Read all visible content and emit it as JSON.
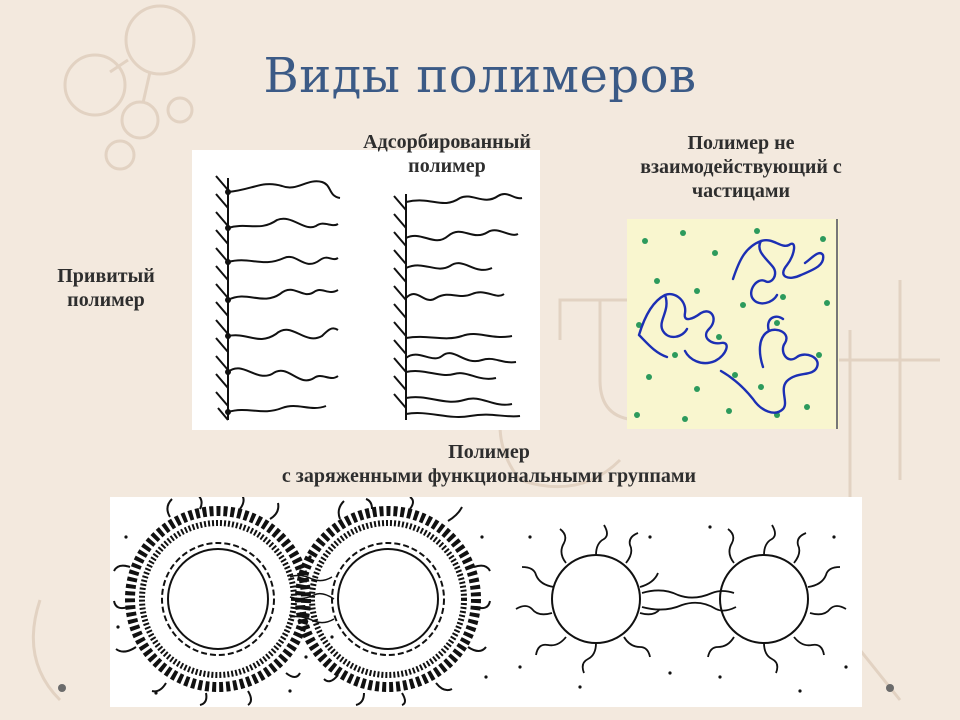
{
  "slide": {
    "title": "Виды полимеров",
    "labels": {
      "adsorbed_line1": "Адсорбированный",
      "adsorbed_line2": "полимер",
      "noninteracting_line1": "Полимер не",
      "noninteracting_line2": "взаимодействующий с",
      "noninteracting_line3": "частицами",
      "grafted_line1": "Привитый",
      "grafted_line2": "полимер",
      "charged_line1": "Полимер",
      "charged_line2": "с заряженными функциональными группами"
    }
  },
  "colors": {
    "title": "#3b5a86",
    "background": "#f3e9de",
    "polymer_blue": "#1c2fb4",
    "particle_green": "#2d9a5c",
    "panel_yellow": "#f9f6cf"
  }
}
